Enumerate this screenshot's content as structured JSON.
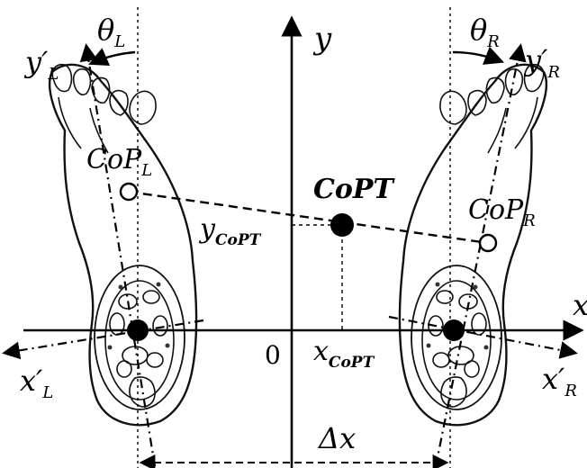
{
  "diagram": {
    "axis_y": {
      "name": "y"
    },
    "axis_x": {
      "name": "x"
    },
    "origin": "0",
    "theta_left": {
      "sym": "θ",
      "sub": "L"
    },
    "theta_right": {
      "sym": "θ",
      "sub": "R"
    },
    "y_left_prime": {
      "sym": "y′",
      "sub": "L"
    },
    "y_right_prime": {
      "sym": "y′",
      "sub": "R"
    },
    "x_left_prime": {
      "sym": "x′",
      "sub": "L"
    },
    "x_right_prime": {
      "sym": "x′",
      "sub": "R"
    },
    "cop_left": {
      "sym": "CoP",
      "sub": "L"
    },
    "cop_right": {
      "sym": "CoP",
      "sub": "R"
    },
    "copt": "CoPT",
    "y_copt": {
      "sym": "y",
      "sub": "CoPT"
    },
    "x_copt": {
      "sym": "x",
      "sub": "CoPT"
    },
    "delta_x": "Δx"
  }
}
